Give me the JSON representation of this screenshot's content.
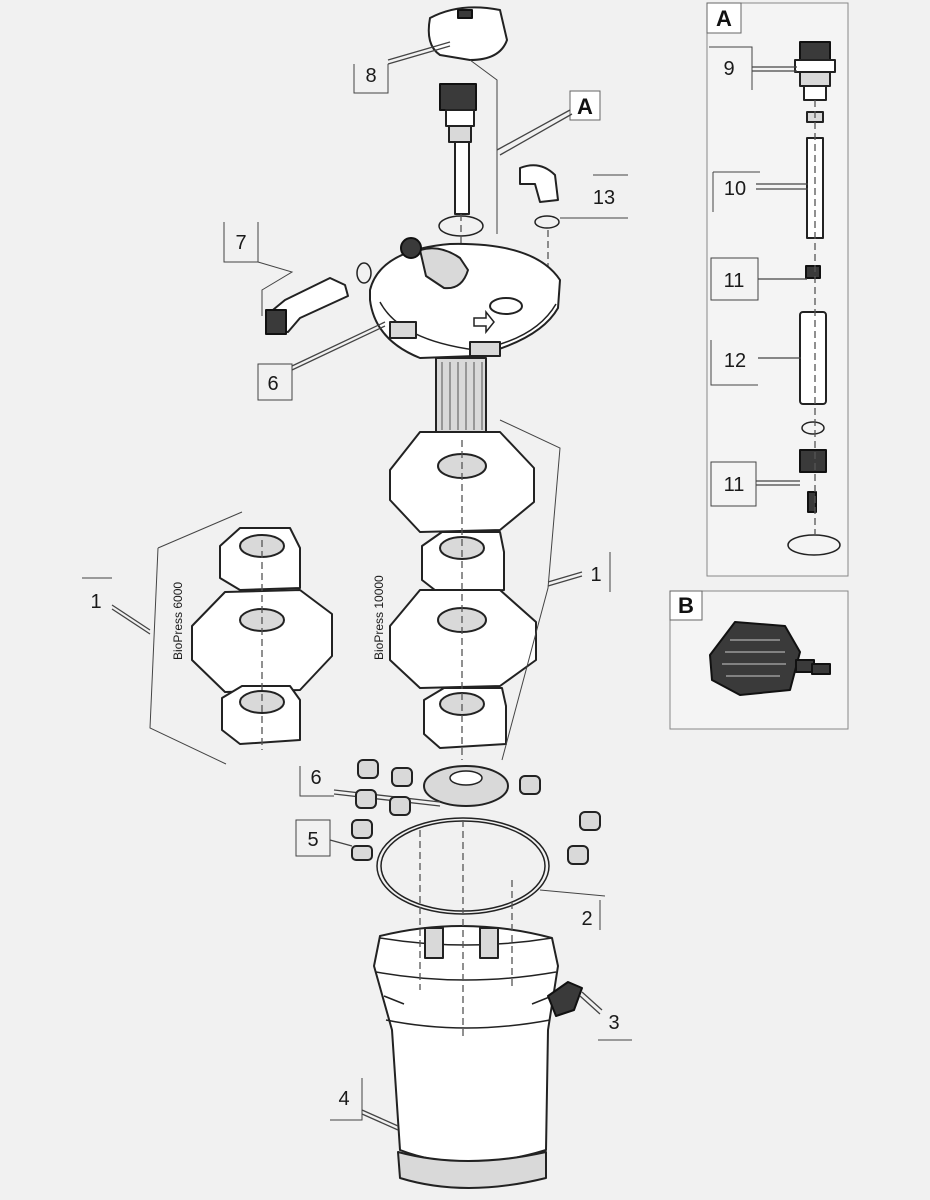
{
  "callouts": {
    "c8": "8",
    "cA_main": "A",
    "c13": "13",
    "c7": "7",
    "c6_top": "6",
    "c1_left": "1",
    "c1_right": "1",
    "c6_mid": "6",
    "c5": "5",
    "c2": "2",
    "c3": "3",
    "c4": "4"
  },
  "inset_a": {
    "title": "A",
    "c9": "9",
    "c10": "10",
    "c11_top": "11",
    "c12": "12",
    "c11_bottom": "11"
  },
  "inset_b": {
    "title": "B"
  },
  "media_labels": {
    "left": "BioPress 6000",
    "right": "BioPress 10000"
  },
  "colors": {
    "background": "#f1f1f1",
    "line": "#222222",
    "part_fill": "#ffffff",
    "shade": "#d9d9d9",
    "dark": "#3a3a3a"
  }
}
